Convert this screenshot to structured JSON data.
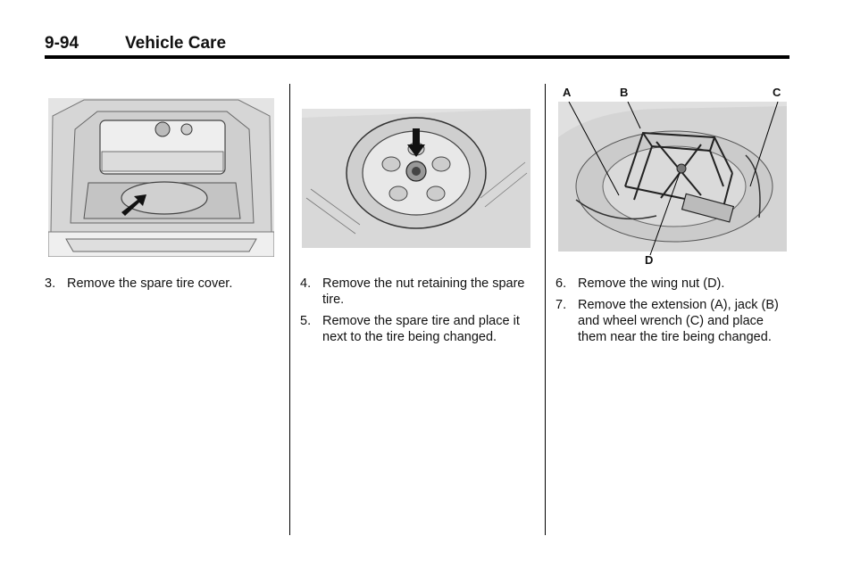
{
  "header": {
    "page_number": "9-94",
    "section_title": "Vehicle Care"
  },
  "columns": [
    {
      "steps": [
        {
          "num": "3.",
          "text": "Remove the spare tire cover."
        }
      ]
    },
    {
      "steps": [
        {
          "num": "4.",
          "text": "Remove the nut retaining the spare tire."
        },
        {
          "num": "5.",
          "text": "Remove the spare tire and place it next to the tire being changed."
        }
      ]
    },
    {
      "callouts": [
        "A",
        "B",
        "C",
        "D"
      ],
      "steps": [
        {
          "num": "6.",
          "text": "Remove the wing nut (D)."
        },
        {
          "num": "7.",
          "text": "Remove the extension (A), jack (B) and wheel wrench (C) and place them near the tire being changed."
        }
      ]
    }
  ]
}
